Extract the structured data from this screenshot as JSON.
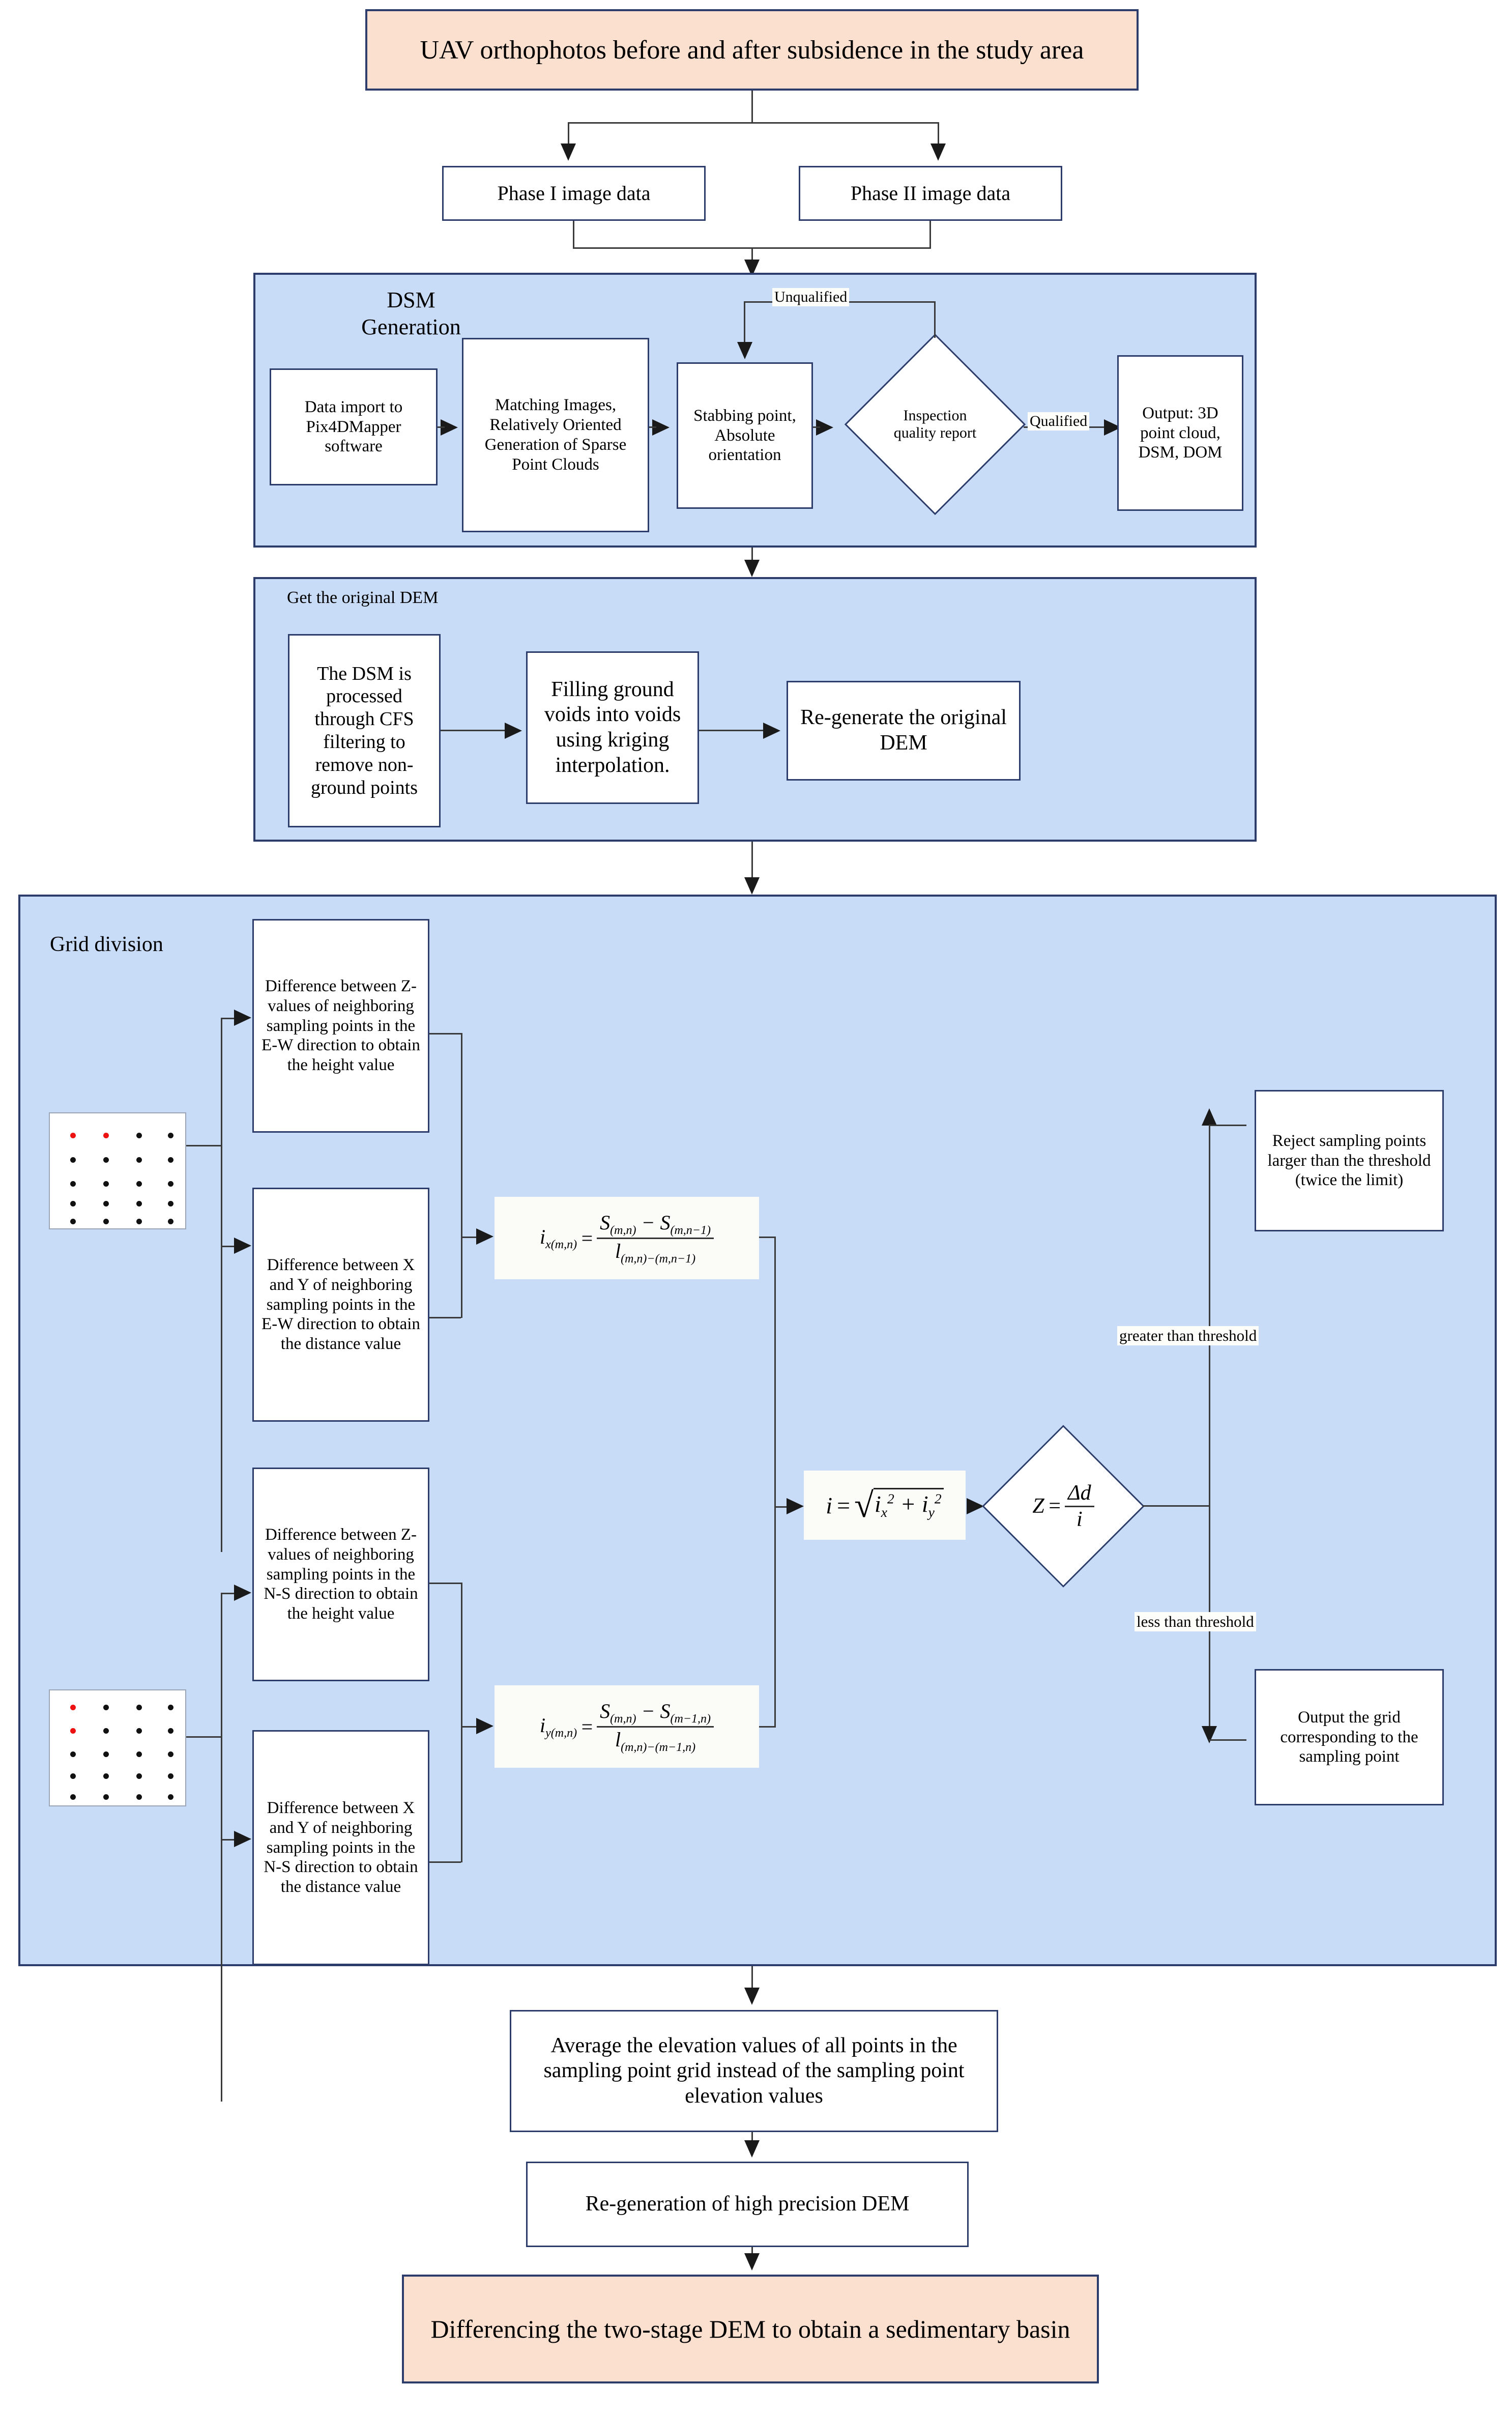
{
  "diagram": {
    "title_node": "UAV orthophotos before and after subsidence in the study area",
    "phase1": "Phase I image data",
    "phase2": "Phase II image data",
    "dsm_panel": {
      "title_line1": "DSM",
      "title_line2": "Generation",
      "b1": "Data import to Pix4DMapper software",
      "b2": "Matching Images, Relatively Oriented Generation of Sparse Point Clouds",
      "b3": "Stabbing point, Absolute orientation",
      "decision": "Inspection quality report",
      "b4": "Output: 3D point cloud, DSM, DOM",
      "label_unqualified": "Unqualified",
      "label_qualified": "Qualified"
    },
    "dem_panel": {
      "title": "Get the original DEM",
      "b1": "The DSM is processed through CFS filtering to remove non-ground points",
      "b2": "Filling ground voids into voids using kriging interpolation.",
      "b3": "Re-generate the original DEM"
    },
    "grid_panel": {
      "title": "Grid division",
      "ew_z": "Difference between Z-values of neighboring sampling points in the E-W direction to obtain the height value",
      "ew_xy": "Difference between X and Y of neighboring sampling points in the E-W direction to obtain the distance value",
      "ns_z": "Difference between Z-values of neighboring sampling points in the N-S direction to obtain the height value",
      "ns_xy": "Difference between X and Y of neighboring sampling points in the N-S direction to obtain the distance value",
      "reject_box": "Reject sampling points larger than the threshold (twice the limit)",
      "output_box": "Output the grid corresponding to the sampling point",
      "label_greater": "greater than threshold",
      "label_less": "less than threshold",
      "formula_ix": {
        "lhs_var": "i",
        "lhs_sub": "x(m,n)",
        "eq": "=",
        "num_a": "S",
        "num_a_sub": "(m,n)",
        "minus": "−",
        "num_b": "S",
        "num_b_sub": "(m,n−1)",
        "den": "l",
        "den_sub": "(m,n)−(m,n−1)"
      },
      "formula_iy": {
        "lhs_var": "i",
        "lhs_sub": "y(m,n)",
        "eq": "=",
        "num_a": "S",
        "num_a_sub": "(m,n)",
        "minus": "−",
        "num_b": "S",
        "num_b_sub": "(m−1,n)",
        "den": "l",
        "den_sub": "(m,n)−(m−1,n)"
      },
      "formula_i": {
        "lhs": "i",
        "eq": "=",
        "radical": "√",
        "term_a": "i",
        "term_a_sub": "x",
        "term_a_sup": "2",
        "plus": "+",
        "term_b": "i",
        "term_b_sub": "y",
        "term_b_sup": "2"
      },
      "formula_z": {
        "lhs": "Z",
        "eq": "=",
        "num": "Δd",
        "den": "i"
      },
      "grid_ew_caption": "sampling-grid-east-west",
      "grid_ns_caption": "sampling-grid-north-south"
    },
    "average_box": "Average the elevation values of all points in the sampling point grid instead of the sampling point elevation values",
    "regen_box": "Re-generation of high precision DEM",
    "final_box": "Differencing the two-stage DEM to obtain a sedimentary basin"
  },
  "colors": {
    "accent_border": "#2c3d6b",
    "panel_fill": "#c8dbf7",
    "terminal_fill": "#fbe0d0",
    "highlight_dot": "#ee1111"
  }
}
